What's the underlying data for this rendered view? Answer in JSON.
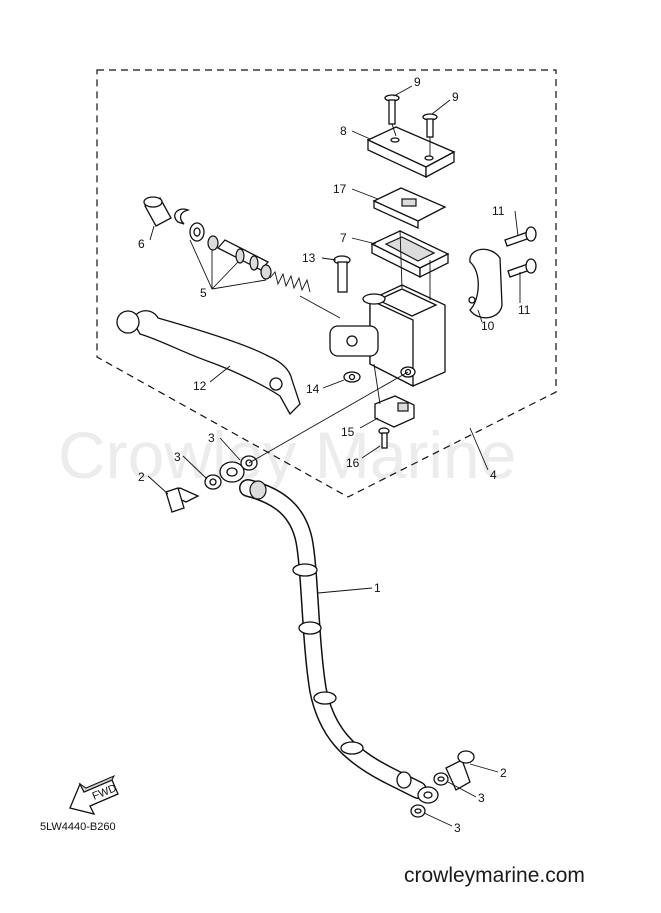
{
  "diagram": {
    "reference_code": "5LW4440-B260",
    "watermark": "Crowley Marine",
    "website": "crowleymarine.com",
    "fwd_label": "FWD"
  },
  "callouts": [
    {
      "id": "c9a",
      "text": "9"
    },
    {
      "id": "c9b",
      "text": "9"
    },
    {
      "id": "c8",
      "text": "8"
    },
    {
      "id": "c17",
      "text": "17"
    },
    {
      "id": "c7",
      "text": "7"
    },
    {
      "id": "c11a",
      "text": "11"
    },
    {
      "id": "c11b",
      "text": "11"
    },
    {
      "id": "c6",
      "text": "6"
    },
    {
      "id": "c13",
      "text": "13"
    },
    {
      "id": "c5",
      "text": "5"
    },
    {
      "id": "c10",
      "text": "10"
    },
    {
      "id": "c12",
      "text": "12"
    },
    {
      "id": "c14",
      "text": "14"
    },
    {
      "id": "c3a",
      "text": "3"
    },
    {
      "id": "c15",
      "text": "15"
    },
    {
      "id": "c16",
      "text": "16"
    },
    {
      "id": "c3b",
      "text": "3"
    },
    {
      "id": "c4",
      "text": "4"
    },
    {
      "id": "c2a",
      "text": "2"
    },
    {
      "id": "c1",
      "text": "1"
    },
    {
      "id": "c2b",
      "text": "2"
    },
    {
      "id": "c3c",
      "text": "3"
    },
    {
      "id": "c3d",
      "text": "3"
    }
  ]
}
